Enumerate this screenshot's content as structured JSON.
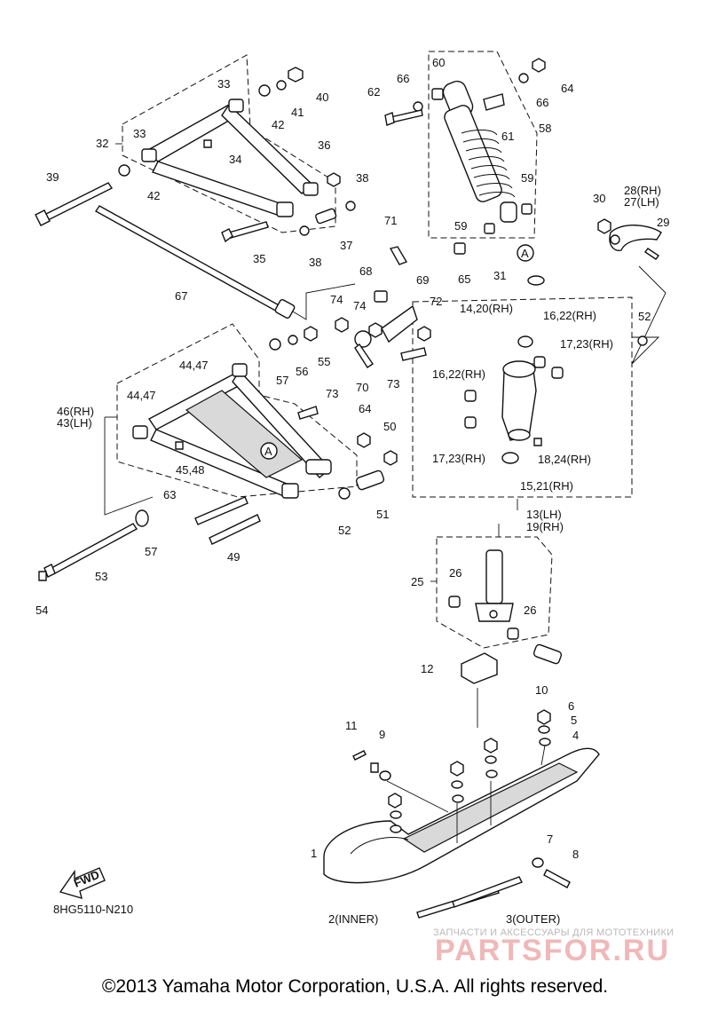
{
  "diagram": {
    "code": "8HG5110-N210",
    "copyright": "©2013 Yamaha Motor Corporation, U.S.A. All rights reserved.",
    "fwd_label": "FWD",
    "ref_marker": "A",
    "watermark": {
      "tagline": "ЗАПЧАСТИ И АКСЕССУАРЫ ДЛЯ МОТОТЕХНИКИ",
      "brand": "PARTSFOR.RU"
    },
    "callouts": [
      "1",
      "2(INNER)",
      "3(OUTER)",
      "4",
      "5",
      "6",
      "7",
      "8",
      "9",
      "10",
      "11",
      "12",
      "13(LH)",
      "19(RH)",
      "14,20(RH)",
      "15,21(RH)",
      "16,22(RH)",
      "17,23(RH)",
      "18,24(RH)",
      "25",
      "26",
      "27(LH)",
      "28(RH)",
      "29",
      "30",
      "31",
      "32",
      "33",
      "34",
      "35",
      "36",
      "37",
      "38",
      "39",
      "40",
      "41",
      "42",
      "43(LH)",
      "46(RH)",
      "44,47",
      "45,48",
      "49",
      "50",
      "51",
      "52",
      "53",
      "54",
      "55",
      "56",
      "57",
      "58",
      "59",
      "60",
      "61",
      "62",
      "63",
      "64",
      "65",
      "66",
      "67",
      "68",
      "69",
      "70",
      "71",
      "72",
      "73",
      "74"
    ]
  }
}
